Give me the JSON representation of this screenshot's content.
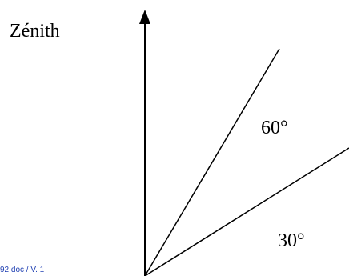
{
  "labels": {
    "zenith": "Zénith",
    "angle_60": "60°",
    "angle_30": "30°"
  },
  "footer": {
    "doc_ref": "92.doc / V. 1"
  },
  "colors": {
    "ink": "#000000",
    "footer_text": "#1f3fb2",
    "background": "#ffffff"
  },
  "icons": {
    "zenith_arrow": "arrowhead-up-icon"
  }
}
